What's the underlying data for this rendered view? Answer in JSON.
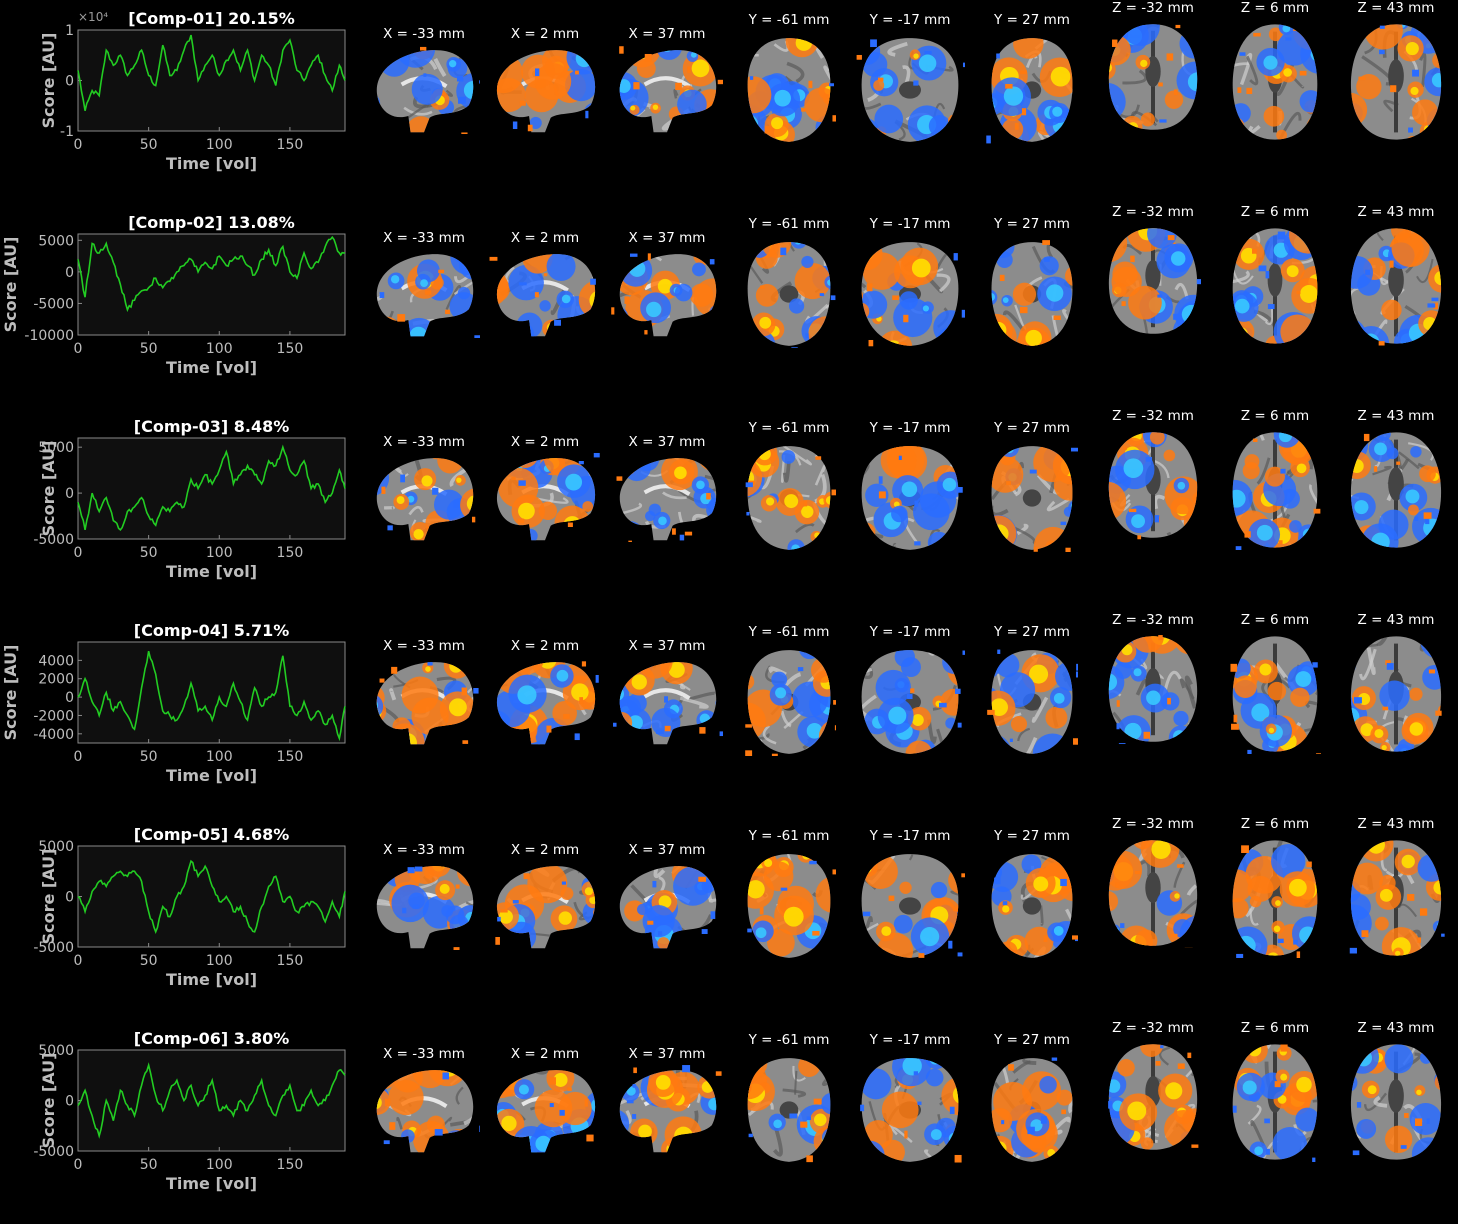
{
  "chart_data": [
    {
      "type": "line",
      "title": "[Comp-01] 20.15%",
      "xlabel": "Time [vol]",
      "ylabel": "Score [AU]",
      "xlim": [
        0,
        189
      ],
      "ylim": [
        -1,
        1
      ],
      "y_multiplier": "×10⁴",
      "xticks": [
        "0",
        "50",
        "100",
        "150"
      ],
      "yticks": [
        "1",
        "0",
        "-1"
      ],
      "grid": false,
      "series": [
        {
          "color": "#22cc22",
          "x": [
            0,
            5,
            10,
            15,
            20,
            25,
            30,
            35,
            40,
            45,
            50,
            55,
            60,
            65,
            70,
            75,
            80,
            85,
            90,
            95,
            100,
            105,
            110,
            115,
            120,
            125,
            130,
            135,
            140,
            145,
            150,
            155,
            160,
            165,
            170,
            175,
            180,
            185,
            189
          ],
          "y": [
            0.2,
            -0.6,
            -0.2,
            -0.3,
            0.6,
            0.3,
            0.5,
            0.1,
            0.3,
            0.6,
            0.1,
            -0.1,
            0.7,
            0.1,
            0.2,
            0.6,
            0.9,
            0.0,
            0.3,
            0.5,
            0.1,
            0.4,
            0.6,
            0.2,
            0.6,
            0.0,
            0.5,
            0.3,
            -0.1,
            0.6,
            0.8,
            0.2,
            0.0,
            0.3,
            0.5,
            0.1,
            -0.2,
            0.3,
            0.0
          ]
        }
      ]
    },
    {
      "type": "line",
      "title": "[Comp-02] 13.08%",
      "xlabel": "Time [vol]",
      "ylabel": "Score [AU]",
      "xlim": [
        0,
        189
      ],
      "ylim": [
        -10000,
        6000
      ],
      "xticks": [
        "0",
        "50",
        "100",
        "150"
      ],
      "yticks": [
        "5000",
        "0",
        "-5000",
        "-10000"
      ],
      "grid": false,
      "series": [
        {
          "color": "#22cc22",
          "x": [
            0,
            5,
            10,
            15,
            20,
            25,
            30,
            35,
            40,
            45,
            50,
            55,
            60,
            65,
            70,
            75,
            80,
            85,
            90,
            95,
            100,
            105,
            110,
            115,
            120,
            125,
            130,
            135,
            140,
            145,
            150,
            155,
            160,
            165,
            170,
            175,
            180,
            185,
            189
          ],
          "y": [
            2000,
            -4000,
            4500,
            3000,
            4500,
            1500,
            -2000,
            -6000,
            -4500,
            -3000,
            -2500,
            -1000,
            -2500,
            -1500,
            0,
            1000,
            2000,
            0,
            1500,
            500,
            2500,
            1000,
            2000,
            2500,
            1000,
            -500,
            2000,
            3500,
            1000,
            4000,
            0,
            -1000,
            3000,
            500,
            1500,
            4000,
            5500,
            3000,
            3000
          ]
        }
      ]
    },
    {
      "type": "line",
      "title": "[Comp-03] 8.48%",
      "xlabel": "Time [vol]",
      "ylabel": "Score [AU]",
      "xlim": [
        0,
        189
      ],
      "ylim": [
        -5000,
        6000
      ],
      "xticks": [
        "0",
        "50",
        "100",
        "150"
      ],
      "yticks": [
        "5000",
        "0",
        "-5000"
      ],
      "grid": false,
      "series": [
        {
          "color": "#22cc22",
          "x": [
            0,
            5,
            10,
            15,
            20,
            25,
            30,
            35,
            40,
            45,
            50,
            55,
            60,
            65,
            70,
            75,
            80,
            85,
            90,
            95,
            100,
            105,
            110,
            115,
            120,
            125,
            130,
            135,
            140,
            145,
            150,
            155,
            160,
            165,
            170,
            175,
            180,
            185,
            189
          ],
          "y": [
            -1000,
            -4000,
            0,
            -2000,
            -500,
            -3000,
            -4000,
            -2000,
            -1500,
            -500,
            -2500,
            -3500,
            -1500,
            -2000,
            -1000,
            -1500,
            1500,
            500,
            2000,
            1000,
            2500,
            4500,
            1000,
            2000,
            3000,
            2000,
            1000,
            3500,
            3000,
            5000,
            2500,
            2000,
            3500,
            500,
            1000,
            -1000,
            0,
            2500,
            500
          ]
        }
      ]
    },
    {
      "type": "line",
      "title": "[Comp-04] 5.71%",
      "xlabel": "Time [vol]",
      "ylabel": "Score [AU]",
      "xlim": [
        0,
        189
      ],
      "ylim": [
        -5000,
        6000
      ],
      "xticks": [
        "0",
        "50",
        "100",
        "150"
      ],
      "yticks": [
        "4000",
        "2000",
        "0",
        "-2000",
        "-4000"
      ],
      "grid": false,
      "series": [
        {
          "color": "#22cc22",
          "x": [
            0,
            5,
            10,
            15,
            20,
            25,
            30,
            35,
            40,
            45,
            50,
            55,
            60,
            65,
            70,
            75,
            80,
            85,
            90,
            95,
            100,
            105,
            110,
            115,
            120,
            125,
            130,
            135,
            140,
            145,
            150,
            155,
            160,
            165,
            170,
            175,
            180,
            185,
            189
          ],
          "y": [
            0,
            2000,
            -500,
            -2000,
            500,
            -1500,
            -500,
            -2000,
            -3500,
            1000,
            5000,
            2500,
            -1500,
            -2000,
            -2500,
            -1000,
            1500,
            -1500,
            -1000,
            -2500,
            0,
            -1000,
            1500,
            -500,
            -2500,
            1000,
            -1000,
            0,
            500,
            4500,
            -1000,
            -2000,
            -500,
            -2500,
            -1500,
            -3000,
            -2000,
            -4500,
            -1000
          ]
        }
      ]
    },
    {
      "type": "line",
      "title": "[Comp-05] 4.68%",
      "xlabel": "Time [vol]",
      "ylabel": "Score [AU]",
      "xlim": [
        0,
        189
      ],
      "ylim": [
        -5000,
        5000
      ],
      "xticks": [
        "0",
        "50",
        "100",
        "150"
      ],
      "yticks": [
        "5000",
        "0",
        "-5000"
      ],
      "grid": false,
      "series": [
        {
          "color": "#22cc22",
          "x": [
            0,
            5,
            10,
            15,
            20,
            25,
            30,
            35,
            40,
            45,
            50,
            55,
            60,
            65,
            70,
            75,
            80,
            85,
            90,
            95,
            100,
            105,
            110,
            115,
            120,
            125,
            130,
            135,
            140,
            145,
            150,
            155,
            160,
            165,
            170,
            175,
            180,
            185,
            189
          ],
          "y": [
            0,
            -1500,
            500,
            1500,
            1000,
            2000,
            2500,
            2000,
            2500,
            1500,
            -1500,
            -3500,
            -1000,
            -2000,
            0,
            1000,
            3500,
            2000,
            3000,
            1000,
            -500,
            0,
            -1500,
            -1000,
            -2500,
            -3500,
            -1000,
            1000,
            2000,
            -500,
            0,
            -1500,
            -1000,
            -500,
            -1000,
            -2500,
            -500,
            -2000,
            500
          ]
        }
      ]
    },
    {
      "type": "line",
      "title": "[Comp-06] 3.80%",
      "xlabel": "Time [vol]",
      "ylabel": "Score [AU]",
      "xlim": [
        0,
        189
      ],
      "ylim": [
        -5000,
        5000
      ],
      "xticks": [
        "0",
        "50",
        "100",
        "150"
      ],
      "yticks": [
        "5000",
        "0",
        "-5000"
      ],
      "grid": false,
      "series": [
        {
          "color": "#22cc22",
          "x": [
            0,
            5,
            10,
            15,
            20,
            25,
            30,
            35,
            40,
            45,
            50,
            55,
            60,
            65,
            70,
            75,
            80,
            85,
            90,
            95,
            100,
            105,
            110,
            115,
            120,
            125,
            130,
            135,
            140,
            145,
            150,
            155,
            160,
            165,
            170,
            175,
            180,
            185,
            189
          ],
          "y": [
            -500,
            1000,
            -1500,
            -3500,
            0,
            -2000,
            1000,
            -500,
            -1500,
            1500,
            3500,
            500,
            -1000,
            1000,
            2000,
            0,
            1500,
            -500,
            500,
            2000,
            -1000,
            -500,
            -1500,
            0,
            -1000,
            500,
            2000,
            -500,
            -1500,
            500,
            1500,
            -1000,
            -500,
            1000,
            -500,
            0,
            1500,
            3000,
            2500
          ]
        }
      ]
    }
  ],
  "slice_labels": {
    "sagittal": [
      "X = -33 mm",
      "X = 2 mm",
      "X = 37 mm"
    ],
    "coronal": [
      "Y = -61 mm",
      "Y = -17 mm",
      "Y = 27 mm"
    ],
    "axial": [
      "Z = -32 mm",
      "Z = 6 mm",
      "Z = 43 mm"
    ]
  },
  "colors": {
    "positive": "#ff7a10",
    "positive_hot": "#ffe000",
    "negative": "#2a6cff",
    "negative_light": "#39c8ff",
    "brain": "#8c8c8c",
    "line": "#22cc22"
  }
}
